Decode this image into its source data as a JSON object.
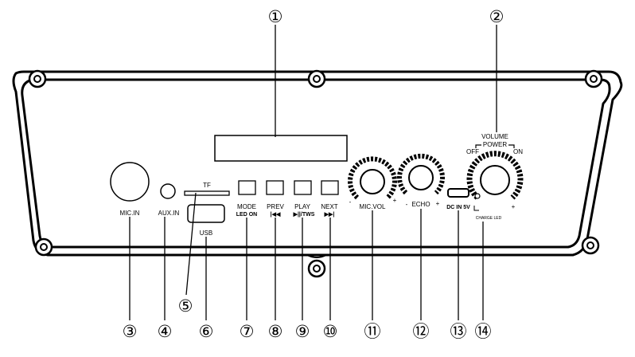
{
  "callouts": {
    "c1": "①",
    "c2": "②",
    "c3": "③",
    "c4": "④",
    "c5": "⑤",
    "c6": "⑥",
    "c7": "⑦",
    "c8": "⑧",
    "c9": "⑨",
    "c10": "⑩",
    "c11": "⑪",
    "c12": "⑫",
    "c13": "⑬",
    "c14": "⑭"
  },
  "labels": {
    "mic_in": "MIC.IN",
    "aux_in": "AUX.IN",
    "tf": "TF",
    "usb": "USB",
    "mode": "MODE",
    "led_on": "LED ON",
    "prev": "PREV",
    "prev_icon": "|◀◀",
    "play": "PLAY",
    "play_icon": "▶||/TWS",
    "next": "NEXT",
    "next_icon": "▶▶|",
    "mic_vol": "MIC.VOL",
    "echo": "ECHO",
    "dc_in": "DC IN 5V",
    "volume": "VOLUME",
    "power": "POWER",
    "off": "OFF",
    "on": "ON",
    "charge_led": "CHARGE LED",
    "minus": "-",
    "plus": "+"
  },
  "colors": {
    "ink": "#000000",
    "paper": "#ffffff"
  }
}
